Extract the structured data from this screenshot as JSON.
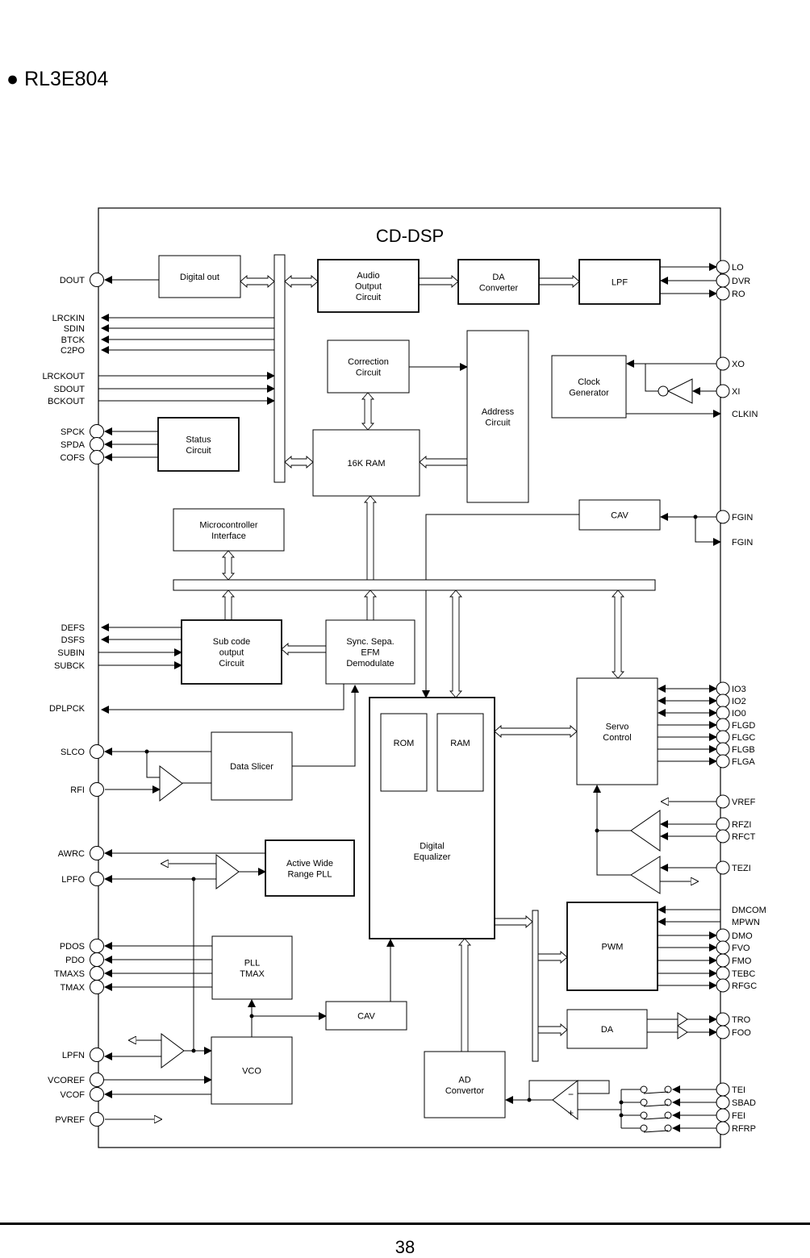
{
  "heading": {
    "bullet": "●",
    "text": "RL3E804"
  },
  "diagram": {
    "title": "CD-DSP",
    "blocks": {
      "digital_out": [
        "Digital out"
      ],
      "audio_output": [
        "Audio",
        "Output",
        "Circuit"
      ],
      "da_converter": [
        "DA",
        "Converter"
      ],
      "lpf": [
        "LPF"
      ],
      "correction": [
        "Correction",
        "Circuit"
      ],
      "address": [
        "Address",
        "Circuit"
      ],
      "clock_gen": [
        "Clock",
        "Generator"
      ],
      "status": [
        "Status",
        "Circuit"
      ],
      "ram16k": [
        "16K RAM"
      ],
      "cav_top": [
        "CAV"
      ],
      "micro_if": [
        "Microcontroller",
        "Interface"
      ],
      "subcode": [
        "Sub code",
        "output",
        "Circuit"
      ],
      "sync_efm": [
        "Sync. Sepa.",
        "EFM",
        "Demodulate"
      ],
      "servo": [
        "Servo",
        "Control"
      ],
      "dig_eq": [
        "Digital",
        "Equalizer"
      ],
      "rom": [
        "ROM"
      ],
      "ram": [
        "RAM"
      ],
      "data_slicer": [
        "Data Slicer"
      ],
      "awr_pll": [
        "Active Wide",
        "Range PLL"
      ],
      "pwm": [
        "PWM"
      ],
      "pll_tmax": [
        "PLL",
        "TMAX"
      ],
      "cav_bottom": [
        "CAV"
      ],
      "da": [
        "DA"
      ],
      "vco": [
        "VCO"
      ],
      "ad_conv": [
        "AD",
        "Convertor"
      ]
    },
    "left_pins": [
      "DOUT",
      "LRCKIN",
      "SDIN",
      "BTCK",
      "C2PO",
      "LRCKOUT",
      "SDOUT",
      "BCKOUT",
      "SPCK",
      "SPDA",
      "COFS",
      "DEFS",
      "DSFS",
      "SUBIN",
      "SUBCK",
      "DPLPCK",
      "SLCO",
      "RFI",
      "AWRC",
      "LPFO",
      "PDOS",
      "PDO",
      "TMAXS",
      "TMAX",
      "LPFN",
      "VCOREF",
      "VCOF",
      "PVREF"
    ],
    "right_pins": [
      "LO",
      "DVR",
      "RO",
      "XO",
      "XI",
      "CLKIN",
      "FGIN",
      "FGIN",
      "IO3",
      "IO2",
      "IO0",
      "FLGD",
      "FLGC",
      "FLGB",
      "FLGA",
      "VREF",
      "RFZI",
      "RFCT",
      "TEZI",
      "DMCOM",
      "MPWN",
      "DMO",
      "FVO",
      "FMO",
      "TEBC",
      "RFGC",
      "TRO",
      "FOO",
      "TEI",
      "SBAD",
      "FEI",
      "RFRP"
    ]
  },
  "footer": {
    "page_number": "38"
  }
}
